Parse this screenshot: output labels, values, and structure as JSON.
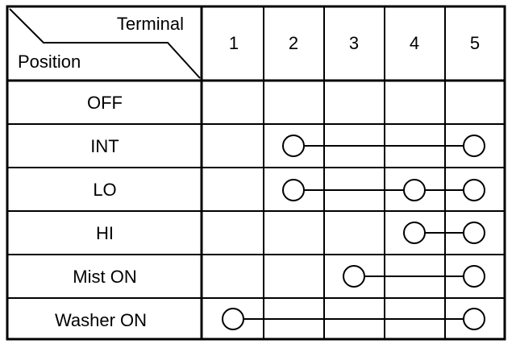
{
  "table": {
    "corner": {
      "col_header": "Terminal",
      "row_header": "Position"
    },
    "terminals": [
      "1",
      "2",
      "3",
      "4",
      "5"
    ],
    "rows": [
      {
        "position": "OFF",
        "connected": []
      },
      {
        "position": "INT",
        "connected": [
          "2",
          "5"
        ]
      },
      {
        "position": "LO",
        "connected": [
          "2",
          "4",
          "5"
        ]
      },
      {
        "position": "HI",
        "connected": [
          "4",
          "5"
        ]
      },
      {
        "position": "Mist ON",
        "connected": [
          "3",
          "5"
        ]
      },
      {
        "position": "Washer ON",
        "connected": [
          "1",
          "5"
        ]
      }
    ]
  }
}
